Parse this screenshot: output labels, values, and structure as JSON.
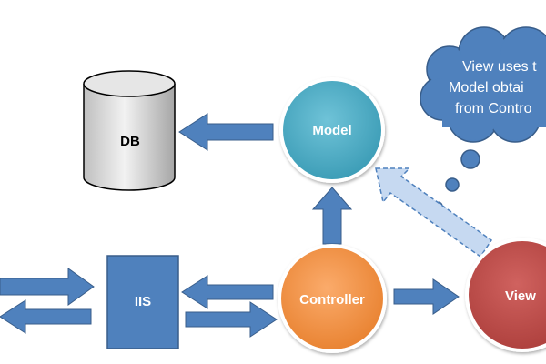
{
  "nodes": {
    "db": "DB",
    "model": "Model",
    "iis": "IIS",
    "controller": "Controller",
    "view": "View"
  },
  "cloud": {
    "lines": [
      "View uses t",
      "Model obtai",
      "from Contro"
    ]
  },
  "colors": {
    "arrow": "#4f81bd",
    "model": "#4bacc6",
    "controller": "#f79646",
    "view": "#c0504d",
    "iis": "#4f81bd",
    "cloud": "#4f81bd",
    "db": "#d9d9d9",
    "dashed_arrow": "#c6d9f1"
  }
}
